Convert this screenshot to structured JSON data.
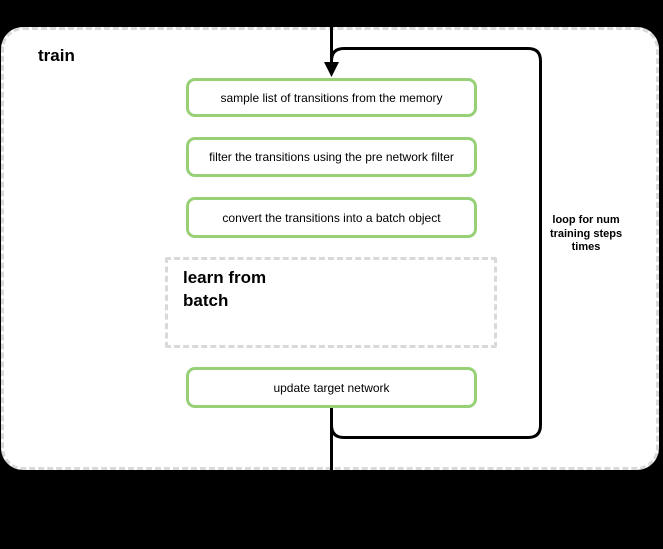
{
  "diagram": {
    "title": "train",
    "steps": [
      "sample list of transitions from the memory",
      "filter the transitions using the pre network filter",
      "convert the transitions into a batch object"
    ],
    "subprocess": "learn from\nbatch",
    "final_step": "update target network",
    "loop_annotation": "loop for num\ntraining steps\ntimes",
    "colors": {
      "node_border": "#97d077",
      "dashed_border": "#d9d9d9",
      "connector": "#000000",
      "canvas_background": "#000000",
      "container_fill": "#ffffff"
    }
  }
}
